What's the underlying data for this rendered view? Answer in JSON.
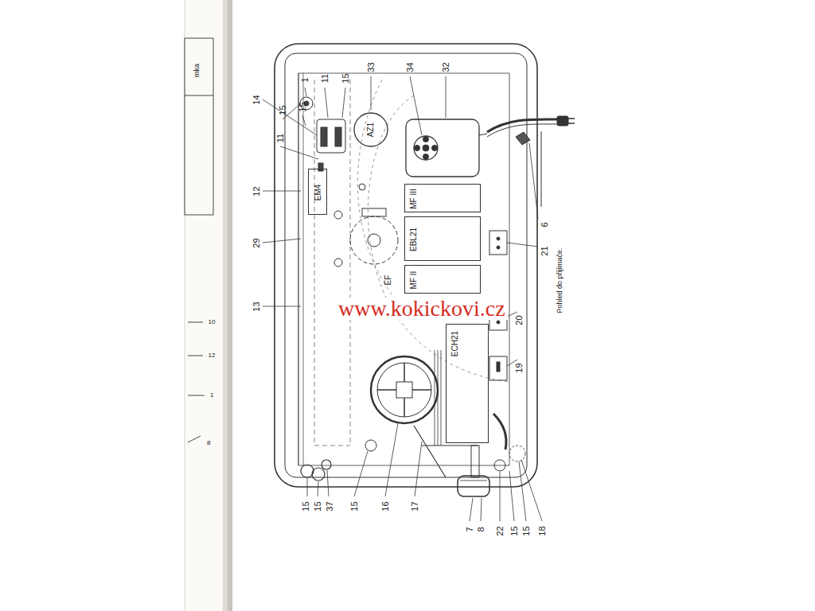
{
  "diagram": {
    "caption": "Pohled do přijímače.",
    "nodes": [
      {
        "text": [
          "AZ1"
        ]
      },
      {
        "text": [
          "EM4"
        ]
      },
      {
        "text": [
          "MF III"
        ]
      },
      {
        "text": [
          "EBL21"
        ]
      },
      {
        "text": [
          "MF II"
        ]
      },
      {
        "text": [
          "ECH21"
        ]
      }
    ],
    "labels": [
      "mka",
      "10",
      "12",
      "1",
      "8",
      "15",
      "1",
      "11",
      "15",
      "33",
      "34",
      "32",
      "15",
      "11",
      "14",
      "12",
      "29",
      "13",
      "15",
      "15",
      "37",
      "15",
      "16",
      "17",
      "7",
      "8",
      "22",
      "15",
      "15",
      "18",
      "19",
      "20",
      "21",
      "6",
      "EF",
      "www.kokickovi.cz"
    ]
  }
}
